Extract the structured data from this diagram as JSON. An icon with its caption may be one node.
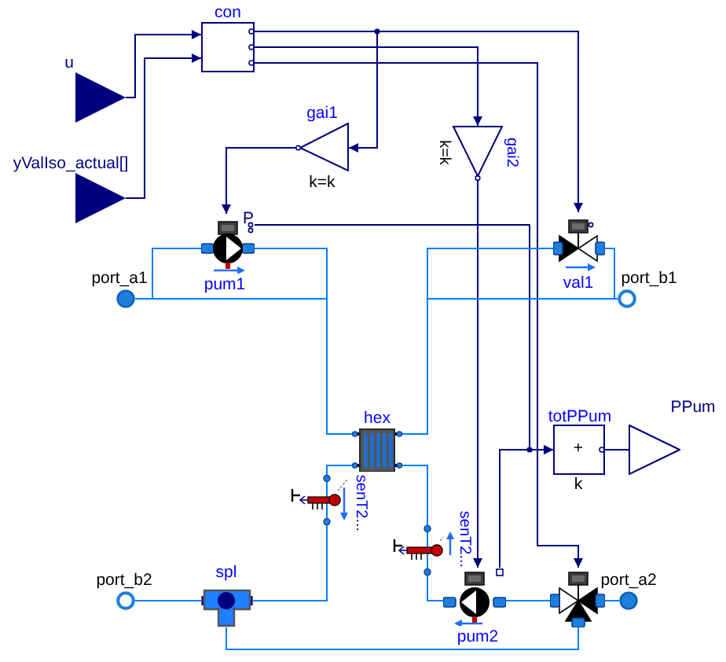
{
  "diagram": {
    "nodes": [
      {
        "text": [
          "con"
        ]
      },
      {
        "text": [
          "u"
        ]
      },
      {
        "text": [
          "yValIso_actual[]"
        ]
      },
      {
        "text": [
          "gai1",
          "k=k"
        ]
      },
      {
        "text": [
          "gai2",
          "k=k"
        ]
      },
      {
        "text": [
          "pum1"
        ]
      },
      {
        "text": [
          "port_a1"
        ]
      },
      {
        "text": [
          "val1"
        ]
      },
      {
        "text": [
          "port_b1"
        ]
      },
      {
        "text": [
          "hex"
        ]
      },
      {
        "text": [
          "totPPum",
          "+",
          "k"
        ]
      },
      {
        "text": [
          "PPum"
        ]
      },
      {
        "text": [
          "senT2..."
        ]
      },
      {
        "text": [
          "senT2..."
        ]
      },
      {
        "text": [
          "spl"
        ]
      },
      {
        "text": [
          "port_b2"
        ]
      },
      {
        "text": [
          "pum2"
        ]
      },
      {
        "text": [],
        "shape": "valve"
      },
      {
        "text": [
          "port_a2"
        ]
      }
    ],
    "edges": [
      {
        "from": 1,
        "to": 0,
        "arrow": "to",
        "color": "#00007f"
      },
      {
        "from": 2,
        "to": 0,
        "arrow": "to",
        "color": "#00007f"
      },
      {
        "from": 0,
        "to": 7,
        "arrow": "to",
        "color": "#00007f"
      },
      {
        "from": 0,
        "to": 3,
        "arrow": "to",
        "color": "#00007f"
      },
      {
        "from": 0,
        "to": 4,
        "arrow": "to",
        "color": "#00007f"
      },
      {
        "from": 0,
        "to": 17,
        "arrow": "to",
        "color": "#00007f"
      },
      {
        "from": 3,
        "to": 5,
        "arrow": "to",
        "color": "#00007f"
      },
      {
        "from": 4,
        "to": 16,
        "arrow": "to",
        "color": "#00007f"
      },
      {
        "from": 5,
        "to": 10,
        "arrow": "to",
        "color": "#00007f"
      },
      {
        "from": 16,
        "to": 10,
        "arrow": "to",
        "color": "#00007f"
      },
      {
        "from": 10,
        "to": 11,
        "arrow": "none",
        "color": "#00007f"
      },
      {
        "from": 6,
        "to": 5,
        "arrow": "none"
      },
      {
        "from": 5,
        "to": 9,
        "arrow": "none"
      },
      {
        "from": 6,
        "to": 9,
        "arrow": "none"
      },
      {
        "from": 9,
        "to": 7,
        "arrow": "none"
      },
      {
        "from": 7,
        "to": 8,
        "arrow": "none"
      },
      {
        "from": 9,
        "to": 8,
        "arrow": "none"
      },
      {
        "from": 15,
        "to": 14,
        "arrow": "none"
      },
      {
        "from": 14,
        "to": 12,
        "arrow": "none"
      },
      {
        "from": 12,
        "to": 9,
        "arrow": "none"
      },
      {
        "from": 9,
        "to": 13,
        "arrow": "none"
      },
      {
        "from": 13,
        "to": 16,
        "arrow": "none"
      },
      {
        "from": 16,
        "to": 17,
        "arrow": "none"
      },
      {
        "from": 17,
        "to": 18,
        "arrow": "none"
      },
      {
        "from": 14,
        "to": 17,
        "arrow": "none"
      }
    ],
    "labels": [
      "P"
    ]
  }
}
